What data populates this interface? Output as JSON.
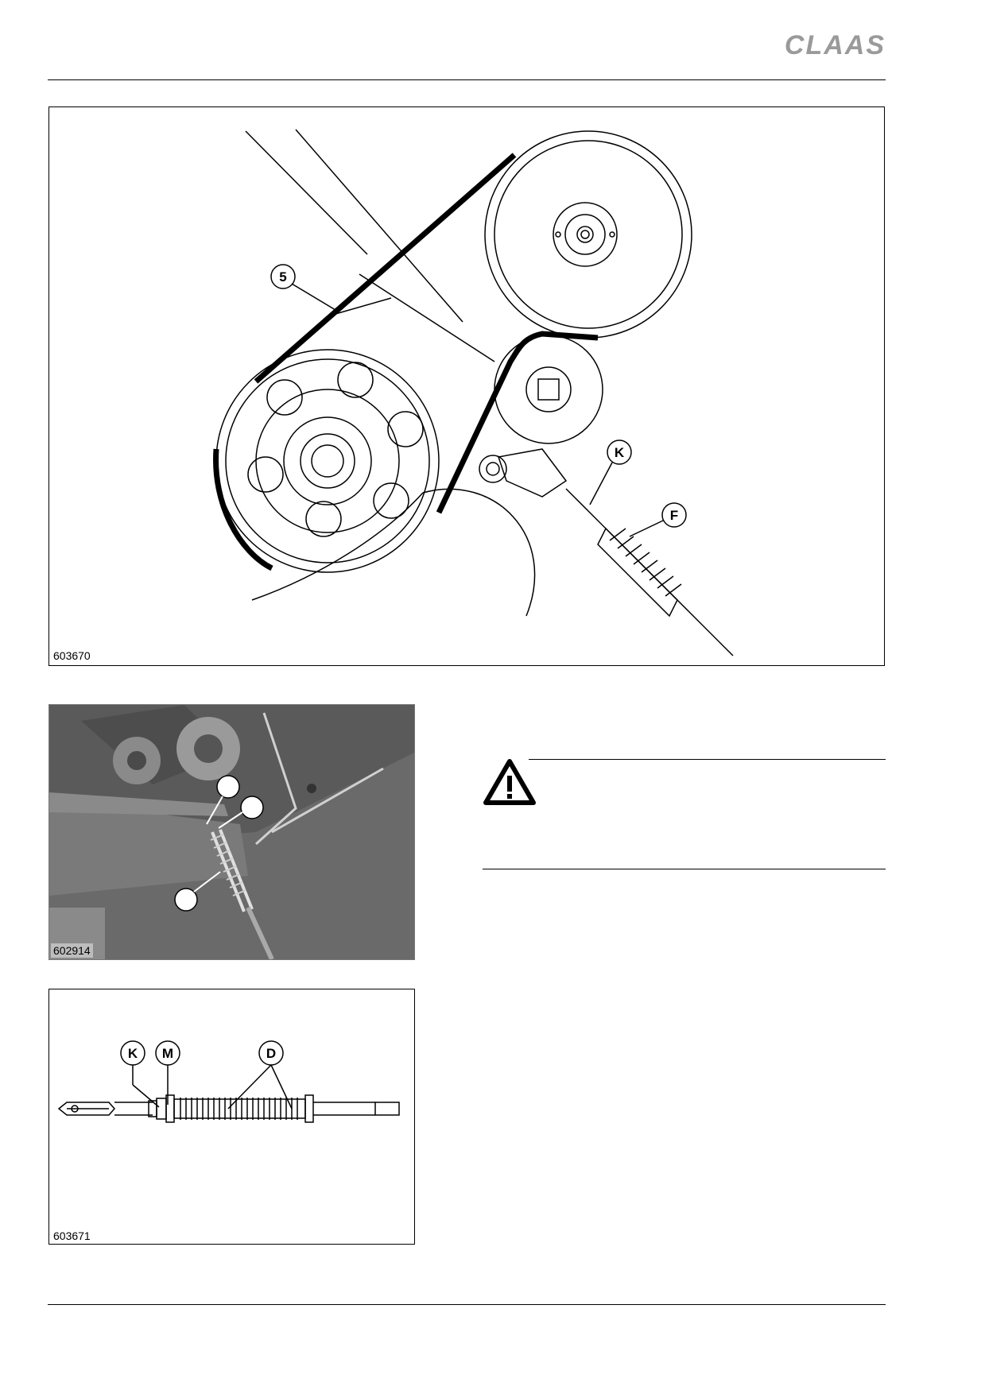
{
  "header": {
    "brand": "CLAAS"
  },
  "figures": [
    {
      "number": "603670",
      "callouts": [
        "5",
        "K",
        "F"
      ]
    },
    {
      "number": "602914"
    },
    {
      "number": "603671",
      "callouts": [
        "K",
        "M",
        "D"
      ]
    }
  ],
  "warning": {
    "icon": "warning-triangle-icon"
  },
  "colors": {
    "rule": "#000000",
    "logo": "#9a9a9a"
  }
}
